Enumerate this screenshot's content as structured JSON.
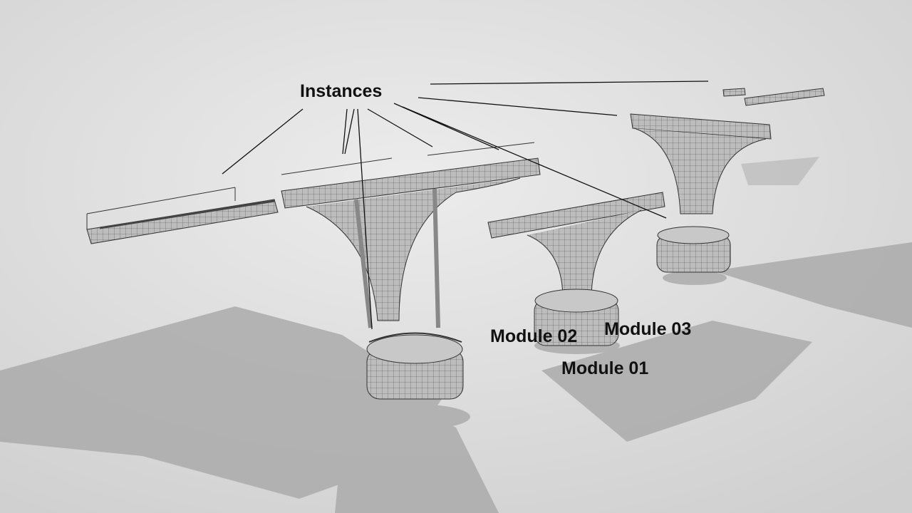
{
  "labels": {
    "instances": "Instances",
    "module_01": "Module 01",
    "module_02": "Module 02",
    "module_03": "Module 03"
  },
  "colors": {
    "background": "#dcdcdc",
    "structure": "#b8b8b8",
    "wire": "#333333",
    "shadow": "#a9a9a9",
    "text": "#111111"
  }
}
